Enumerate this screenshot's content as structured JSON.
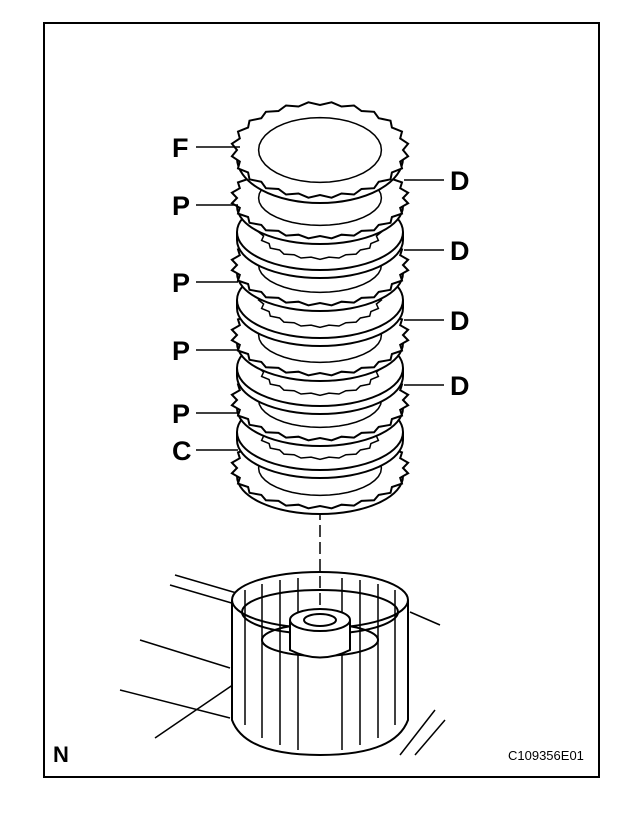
{
  "figure_code": "C109356E01",
  "view_letter": "N",
  "callouts": [
    {
      "label": "F"
    },
    {
      "label": "P"
    },
    {
      "label": "P"
    },
    {
      "label": "P"
    },
    {
      "label": "P"
    },
    {
      "label": "C"
    },
    {
      "label": "D"
    },
    {
      "label": "D"
    },
    {
      "label": "D"
    },
    {
      "label": "D"
    }
  ],
  "colors": {
    "ink": "#000000",
    "paper": "#ffffff"
  }
}
